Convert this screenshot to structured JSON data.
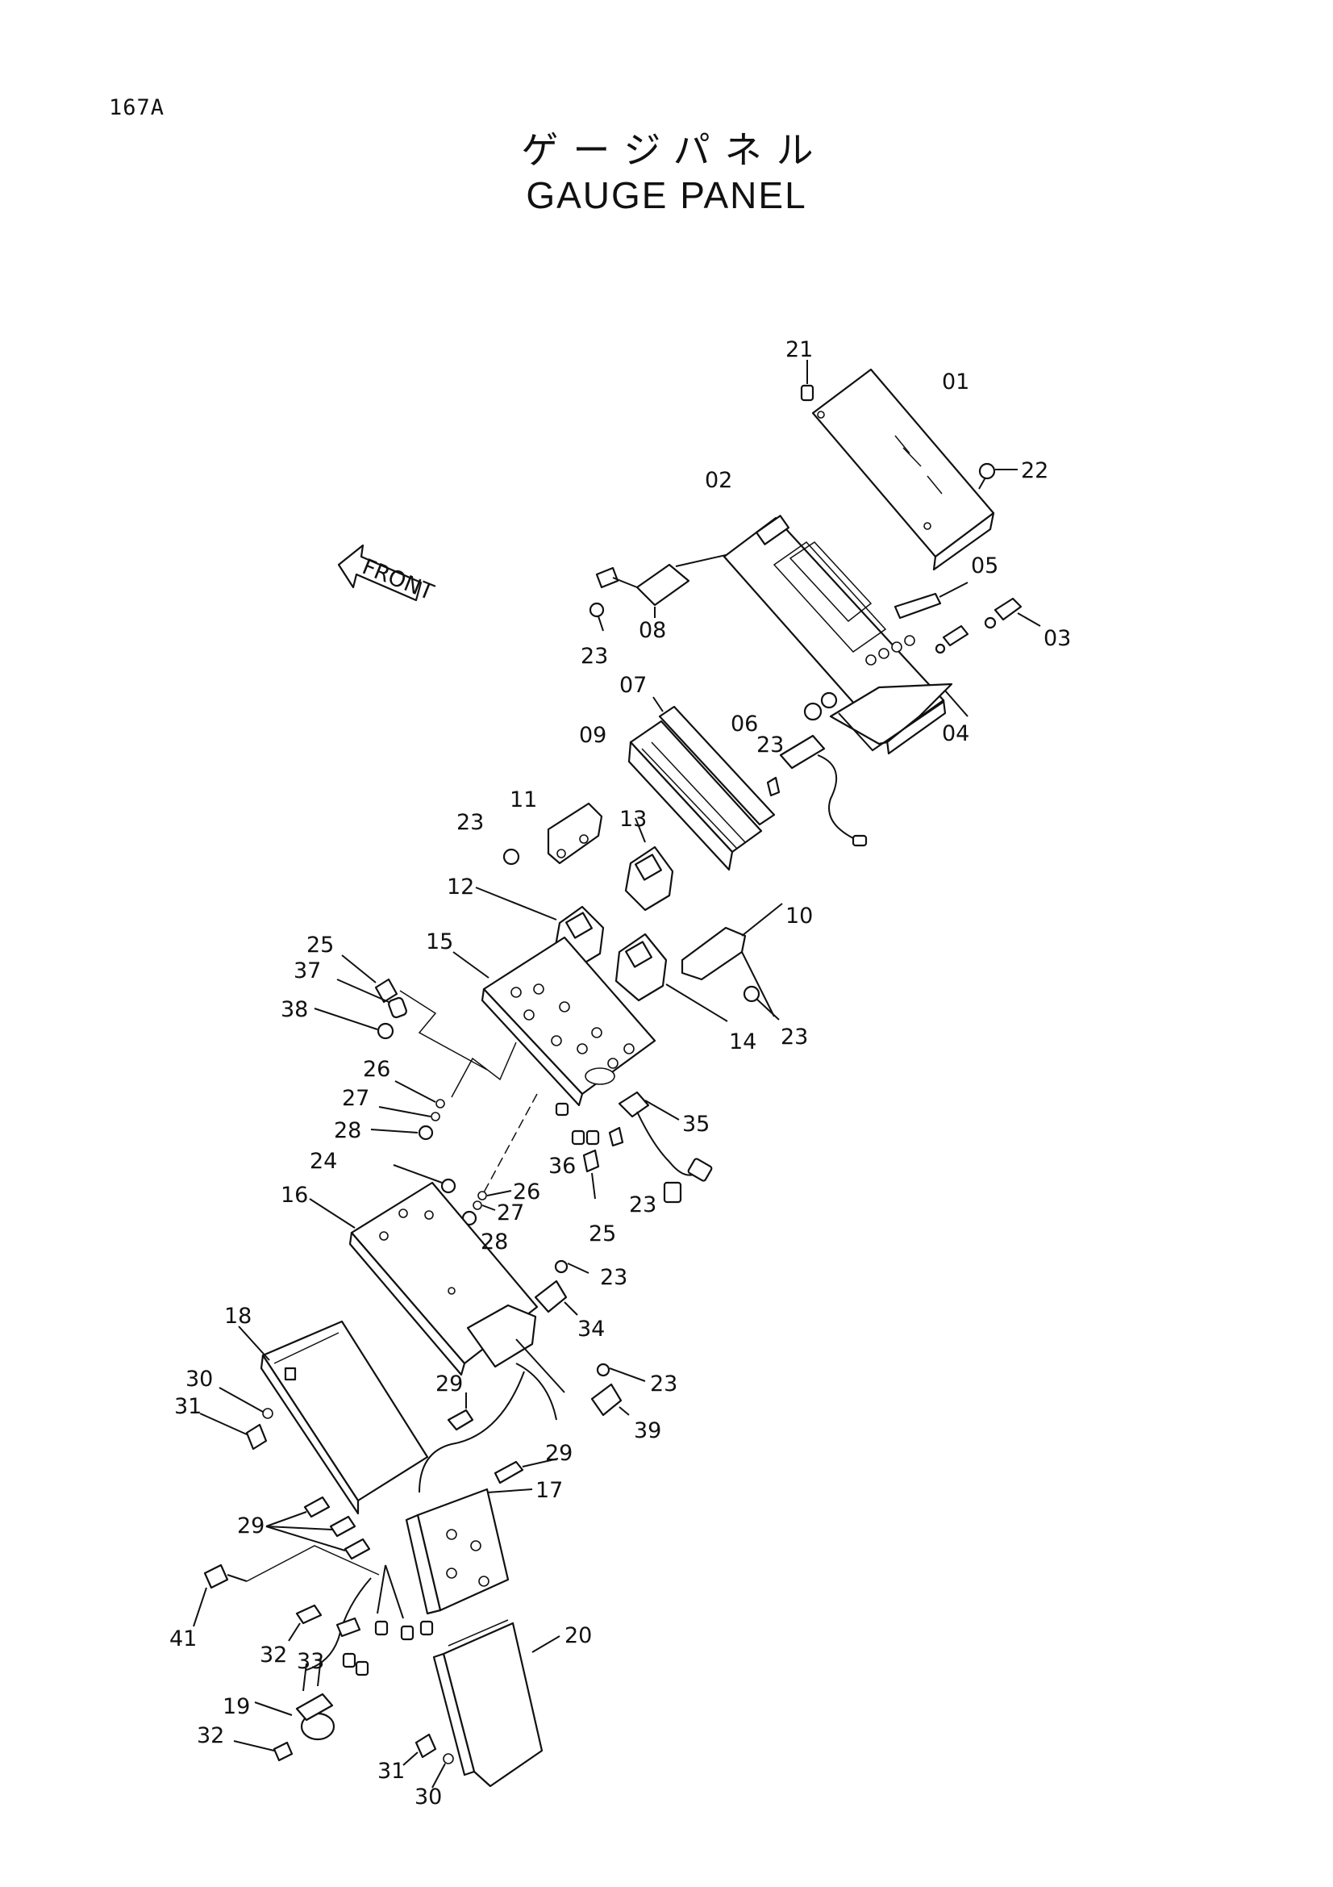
{
  "page_number": "167A",
  "title_jp": "ゲージパネル",
  "title_en": "GAUGE PANEL",
  "front_arrow_label": "FRONT",
  "callouts": [
    "01",
    "02",
    "03",
    "04",
    "05",
    "06",
    "07",
    "08",
    "09",
    "10",
    "11",
    "12",
    "13",
    "14",
    "15",
    "16",
    "17",
    "18",
    "19",
    "20",
    "21",
    "22",
    "23",
    "24",
    "25",
    "26",
    "27",
    "28",
    "29",
    "30",
    "31",
    "32",
    "33",
    "34",
    "35",
    "36",
    "37",
    "38",
    "39",
    "41"
  ],
  "labels": [
    {
      "id": "21",
      "text": "21"
    },
    {
      "id": "01",
      "text": "01"
    },
    {
      "id": "22",
      "text": "22"
    },
    {
      "id": "02",
      "text": "02"
    },
    {
      "id": "05",
      "text": "05"
    },
    {
      "id": "03",
      "text": "03"
    },
    {
      "id": "08",
      "text": "08"
    },
    {
      "id": "23a",
      "text": "23"
    },
    {
      "id": "04",
      "text": "04"
    },
    {
      "id": "07",
      "text": "07"
    },
    {
      "id": "09",
      "text": "09"
    },
    {
      "id": "06",
      "text": "06"
    },
    {
      "id": "23b",
      "text": "23"
    },
    {
      "id": "11",
      "text": "11"
    },
    {
      "id": "13",
      "text": "13"
    },
    {
      "id": "23c",
      "text": "23"
    },
    {
      "id": "12",
      "text": "12"
    },
    {
      "id": "25a",
      "text": "25"
    },
    {
      "id": "15",
      "text": "15"
    },
    {
      "id": "10",
      "text": "10"
    },
    {
      "id": "37",
      "text": "37"
    },
    {
      "id": "38",
      "text": "38"
    },
    {
      "id": "14",
      "text": "14"
    },
    {
      "id": "23d",
      "text": "23"
    },
    {
      "id": "26a",
      "text": "26"
    },
    {
      "id": "27a",
      "text": "27"
    },
    {
      "id": "28a",
      "text": "28"
    },
    {
      "id": "35",
      "text": "35"
    },
    {
      "id": "36",
      "text": "36"
    },
    {
      "id": "23e",
      "text": "23"
    },
    {
      "id": "24",
      "text": "24"
    },
    {
      "id": "26b",
      "text": "26"
    },
    {
      "id": "16",
      "text": "16"
    },
    {
      "id": "27b",
      "text": "27"
    },
    {
      "id": "28b",
      "text": "28"
    },
    {
      "id": "25b",
      "text": "25"
    },
    {
      "id": "23f",
      "text": "23"
    },
    {
      "id": "34",
      "text": "34"
    },
    {
      "id": "18",
      "text": "18"
    },
    {
      "id": "30a",
      "text": "30"
    },
    {
      "id": "23g",
      "text": "23"
    },
    {
      "id": "29a",
      "text": "29"
    },
    {
      "id": "39",
      "text": "39"
    },
    {
      "id": "31a",
      "text": "31"
    },
    {
      "id": "29b",
      "text": "29"
    },
    {
      "id": "17",
      "text": "17"
    },
    {
      "id": "29c",
      "text": "29"
    },
    {
      "id": "41",
      "text": "41"
    },
    {
      "id": "20",
      "text": "20"
    },
    {
      "id": "32a",
      "text": "32"
    },
    {
      "id": "33",
      "text": "33"
    },
    {
      "id": "19",
      "text": "19"
    },
    {
      "id": "32b",
      "text": "32"
    },
    {
      "id": "31b",
      "text": "31"
    },
    {
      "id": "30b",
      "text": "30"
    }
  ]
}
